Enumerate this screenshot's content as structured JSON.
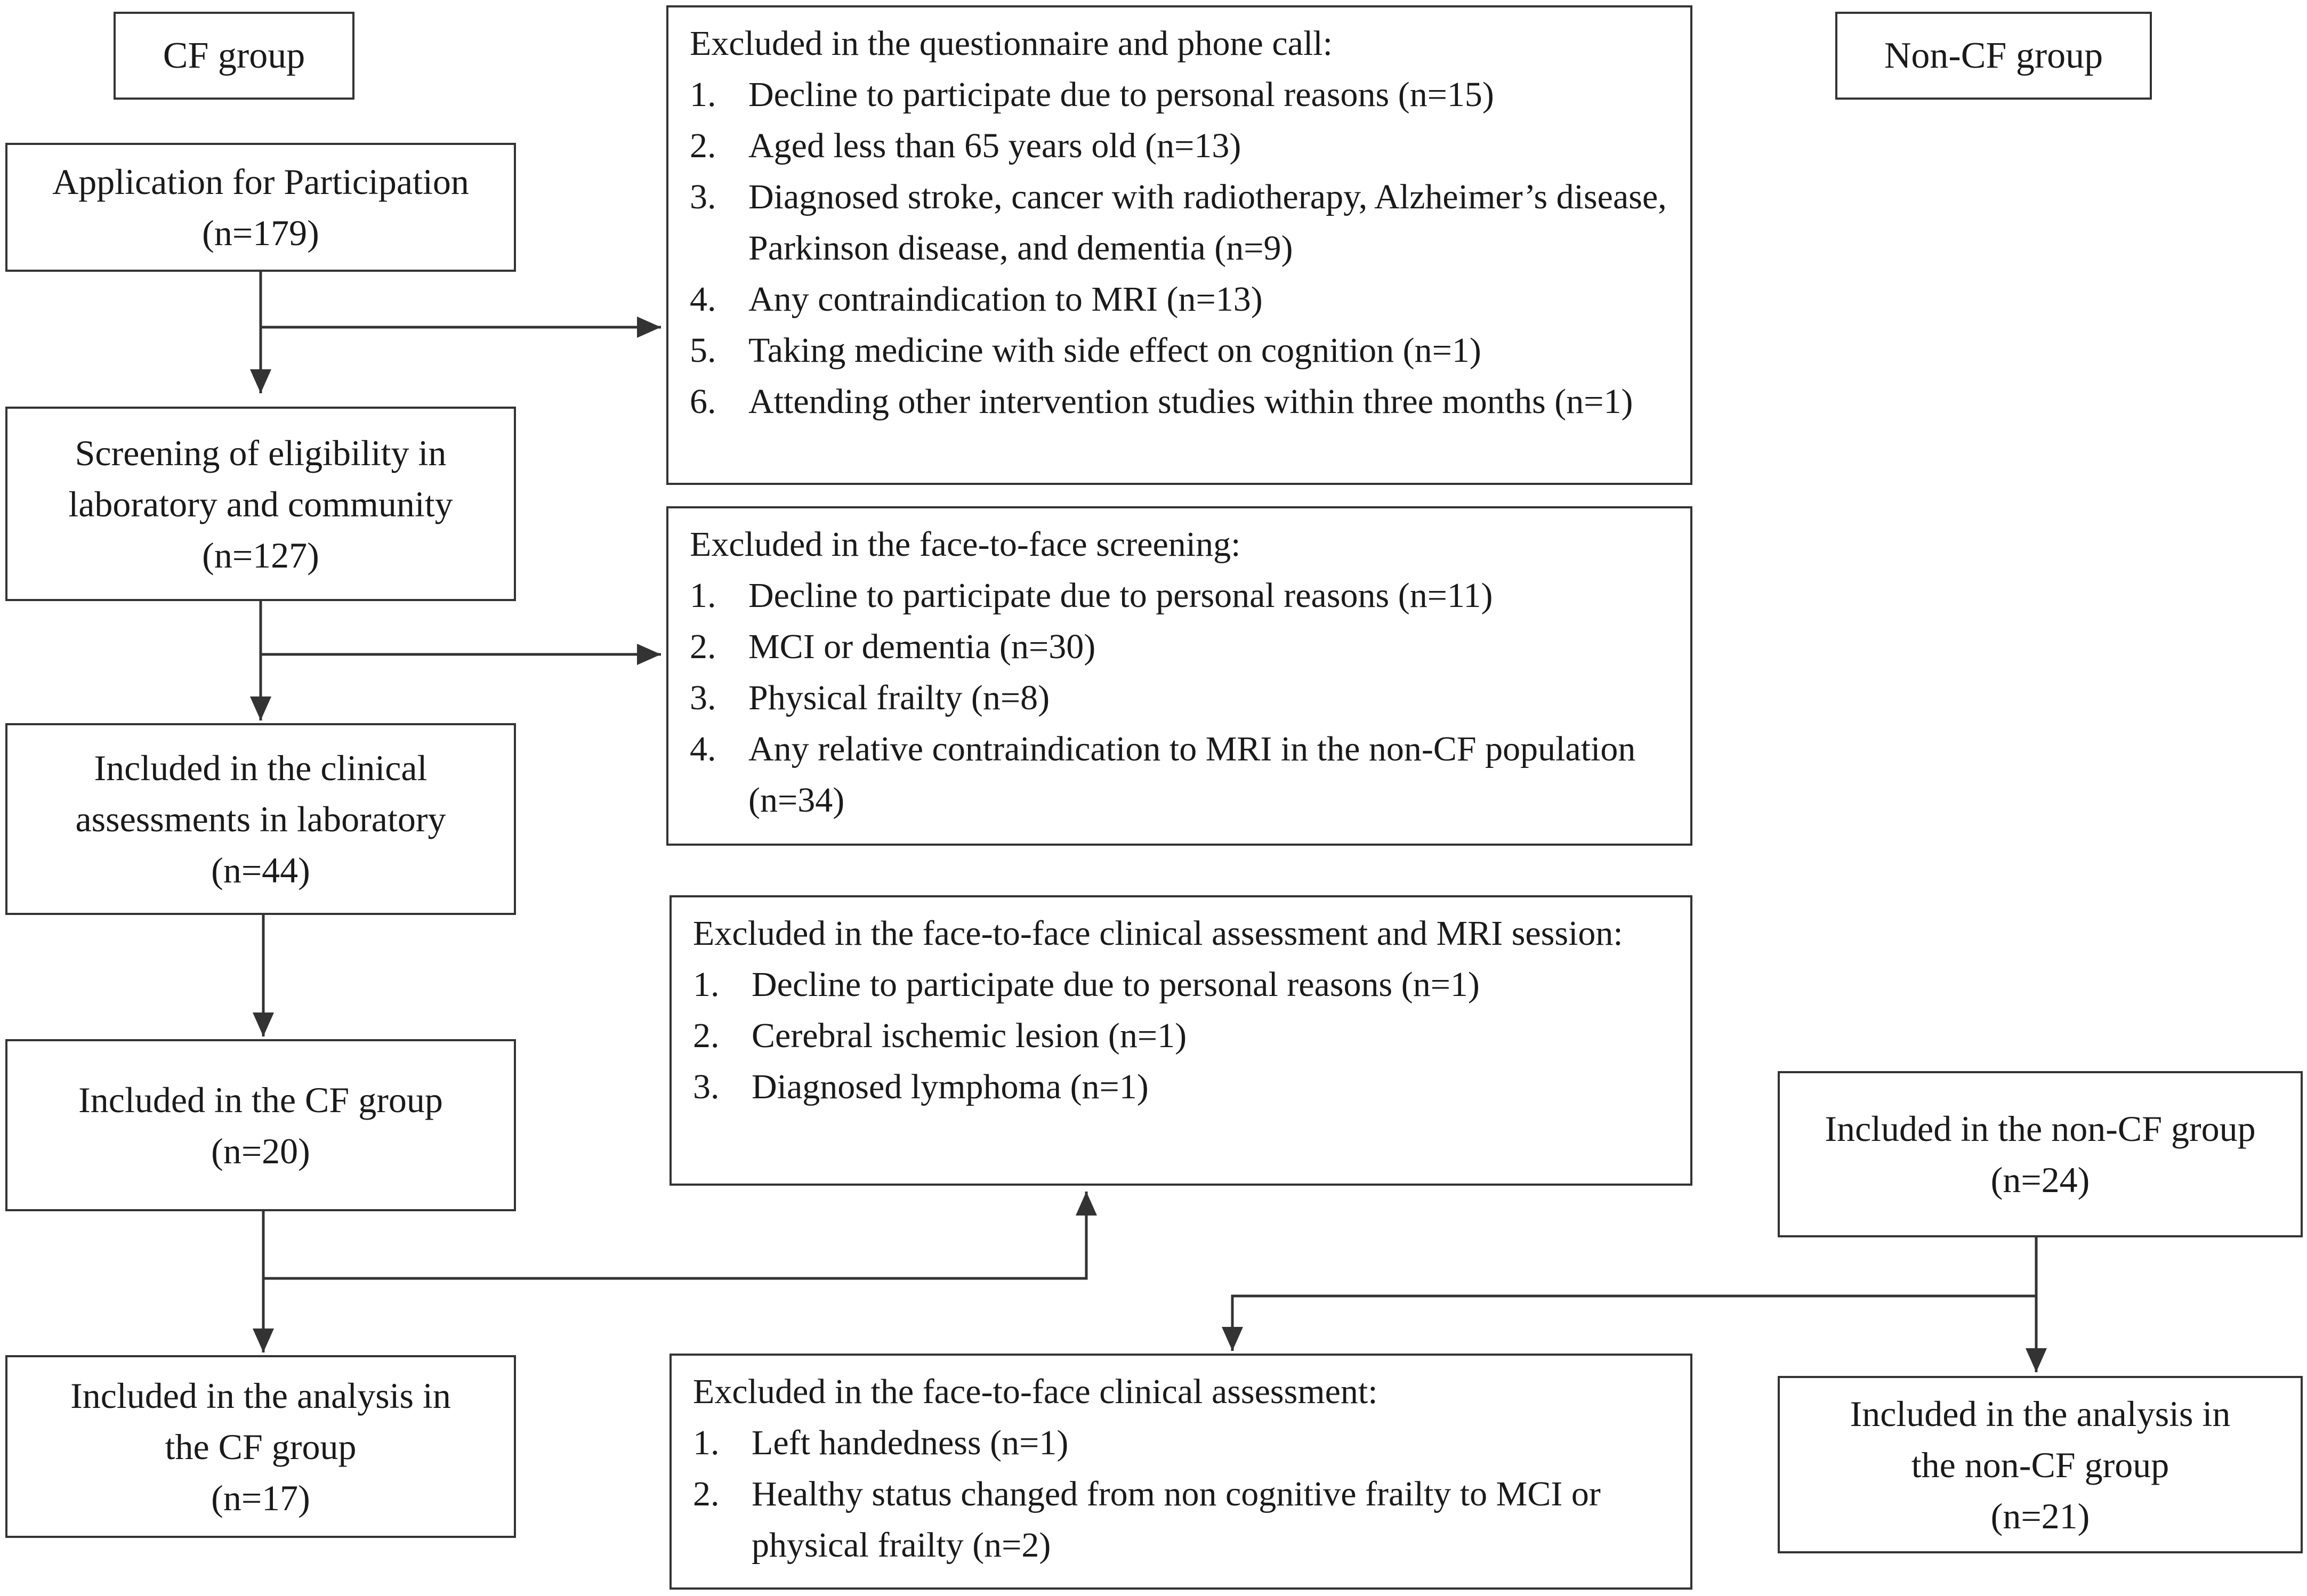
{
  "headers": {
    "cf": "CF group",
    "non_cf": "Non-CF group"
  },
  "cf_flow": {
    "application": {
      "label": "Application for Participation",
      "n": "(n=179)"
    },
    "screening": {
      "line1": "Screening of eligibility in",
      "line2": "laboratory and community",
      "n": "(n=127)"
    },
    "clinical": {
      "line1": "Included in the clinical",
      "line2": "assessments in laboratory",
      "n": "(n=44)"
    },
    "cf_group": {
      "label": "Included in the CF group",
      "n": "(n=20)"
    },
    "analysis": {
      "line1": "Included in the analysis in",
      "line2": "the CF group",
      "n": "(n=17)"
    }
  },
  "non_cf_flow": {
    "group": {
      "label": "Included in the non-CF group",
      "n": "(n=24)"
    },
    "analysis": {
      "line1": "Included in the analysis in",
      "line2": "the non-CF group",
      "n": "(n=21)"
    }
  },
  "exclusions": {
    "questionnaire": {
      "title": "Excluded in the questionnaire and phone call:",
      "items": [
        {
          "num": "1.",
          "text": "Decline to participate due to personal reasons (n=15)"
        },
        {
          "num": "2.",
          "text": "Aged less than 65 years old (n=13)"
        },
        {
          "num": "3.",
          "text": "Diagnosed stroke, cancer with radiotherapy, Alzheimer’s disease, Parkinson disease, and dementia (n=9)"
        },
        {
          "num": "4.",
          "text": "Any contraindication to MRI (n=13)"
        },
        {
          "num": "5.",
          "text": "Taking medicine with side effect on cognition (n=1)"
        },
        {
          "num": "6.",
          "text": "Attending other intervention studies within three months (n=1)"
        }
      ]
    },
    "face_screening": {
      "title": "Excluded in the face-to-face screening:",
      "items": [
        {
          "num": "1.",
          "text": "Decline to participate due to personal reasons (n=11)"
        },
        {
          "num": "2.",
          "text": "MCI or dementia (n=30)"
        },
        {
          "num": "3.",
          "text": "Physical frailty (n=8)"
        },
        {
          "num": "4.",
          "text": "Any relative contraindication to MRI in the non-CF population (n=34)"
        }
      ]
    },
    "clinical_mri": {
      "title": "Excluded in the face-to-face clinical assessment and MRI session:",
      "items": [
        {
          "num": "1.",
          "text": "Decline to participate due to personal reasons (n=1)"
        },
        {
          "num": "2.",
          "text": "Cerebral ischemic lesion (n=1)"
        },
        {
          "num": "3.",
          "text": "Diagnosed lymphoma (n=1)"
        }
      ]
    },
    "clinical": {
      "title": "Excluded in the face-to-face clinical assessment:",
      "items": [
        {
          "num": "1.",
          "text": "Left handedness (n=1)"
        },
        {
          "num": "2.",
          "text": "Healthy status changed from non cognitive frailty to MCI or physical frailty (n=2)"
        }
      ]
    }
  },
  "colors": {
    "line": "#333333",
    "text": "#1a1a1a"
  }
}
